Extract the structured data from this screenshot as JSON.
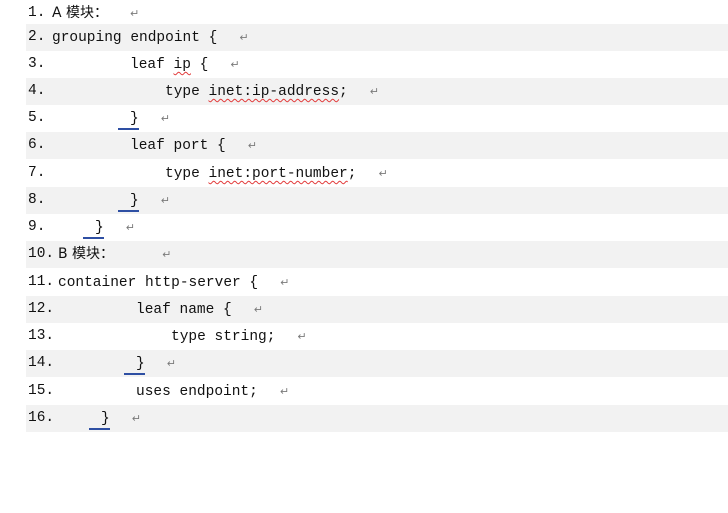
{
  "mark": "↵",
  "lines": [
    {
      "n": "1.",
      "text": "A 模块："
    },
    {
      "n": "2.",
      "text": "grouping endpoint {"
    },
    {
      "n": "3.",
      "text": "leaf ",
      "squig": "ip",
      "rest": " {"
    },
    {
      "n": "4.",
      "text": "type ",
      "squig": "inet:ip-address",
      "rest": ";"
    },
    {
      "n": "5.",
      "text": "}"
    },
    {
      "n": "6.",
      "text": "leaf port {"
    },
    {
      "n": "7.",
      "text": "type ",
      "squig": "inet:port-number",
      "rest": ";"
    },
    {
      "n": "8.",
      "text": "}"
    },
    {
      "n": "9.",
      "text": "}"
    },
    {
      "n": "10.",
      "text": "B 模块："
    },
    {
      "n": "11.",
      "text": "container http-server {"
    },
    {
      "n": "12.",
      "text": "leaf name {"
    },
    {
      "n": "13.",
      "text": "type string;"
    },
    {
      "n": "14.",
      "text": "}"
    },
    {
      "n": "15.",
      "text": "uses endpoint;"
    },
    {
      "n": "16.",
      "text": "}"
    }
  ]
}
